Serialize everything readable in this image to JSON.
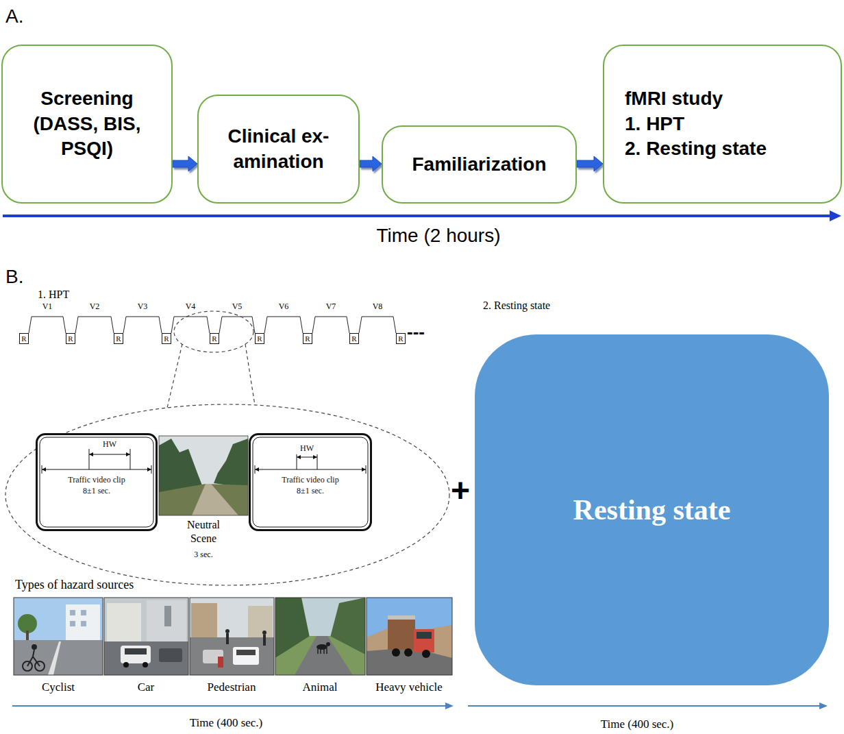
{
  "diagram": {
    "nodes": [
      {
        "text": [
          "Screening (DASS, BIS, PSQI)"
        ]
      },
      {
        "text": [
          "Clinical ex- amination"
        ]
      },
      {
        "text": [
          "Familiarization"
        ]
      },
      {
        "text": [
          "fMRI study",
          "1. HPT",
          "2. Resting state"
        ]
      },
      {
        "text": [
          "R"
        ]
      },
      {
        "text": [
          "R"
        ]
      },
      {
        "text": [
          "R"
        ]
      },
      {
        "text": [
          "R"
        ]
      },
      {
        "text": [
          "R"
        ]
      },
      {
        "text": [
          "R"
        ]
      },
      {
        "text": [
          "R"
        ]
      },
      {
        "text": [
          "R"
        ]
      },
      {
        "text": [
          "R"
        ]
      },
      {
        "text": [
          "HW",
          "Traffic video clip",
          "8±1 sec."
        ]
      },
      {
        "text": [
          "HW",
          "Traffic video clip",
          "8±1 sec."
        ]
      },
      {
        "text": [
          "Resting state"
        ]
      }
    ],
    "edges": [
      {
        "from": 0,
        "to": 1,
        "arrow": "to"
      },
      {
        "from": 1,
        "to": 2,
        "arrow": "to"
      },
      {
        "from": 2,
        "to": 3,
        "arrow": "to"
      }
    ],
    "labels": [
      "A.",
      "Time (2 hours)",
      "B.",
      "1. HPT",
      "V1",
      "V2",
      "V3",
      "V4",
      "V5",
      "V6",
      "V7",
      "V8",
      "---",
      "2. Resting state",
      "Neutral Scene",
      "3 sec.",
      "Types of hazard sources",
      "Cyclist",
      "Car",
      "Pedestrian",
      "Animal",
      "Heavy vehicle",
      "+",
      "Time (400 sec.)",
      "Time (400 sec.)"
    ]
  }
}
